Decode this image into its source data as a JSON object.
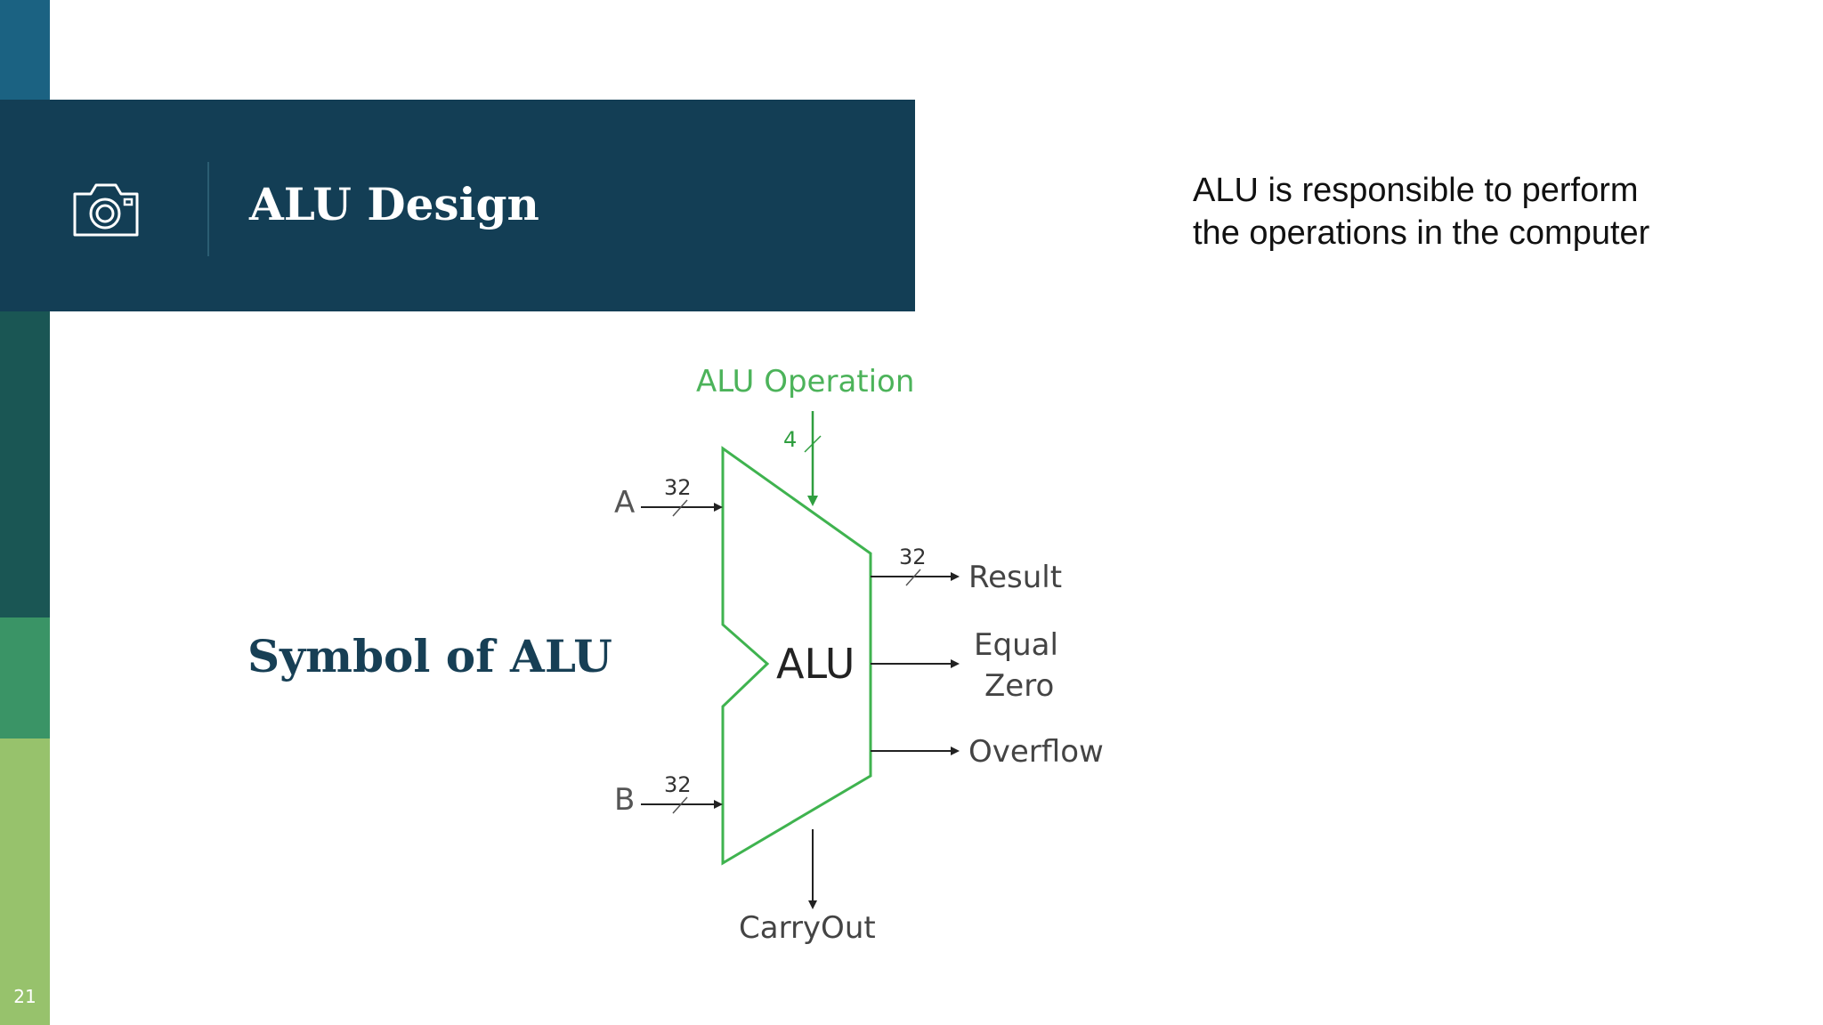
{
  "slide": {
    "title": "ALU Design",
    "subtitle": "Symbol of ALU",
    "description_lines": [
      "ALU is responsible to perform",
      "the operations in the computer"
    ],
    "slide_number": "21",
    "icons": {
      "title_icon": "camera-icon"
    },
    "colors": {
      "banner": "#133e55",
      "sidebar_1": "#1b6282",
      "sidebar_2": "#1a5654",
      "sidebar_3": "#3a9466",
      "sidebar_4": "#97c26c",
      "title_text": "#ffffff",
      "subtitle_text": "#173f55",
      "alu_outline": "#3fb34f",
      "diagram_text": "#333333"
    }
  },
  "diagram": {
    "operation_label": "ALU Operation",
    "operation_width": "4",
    "alu_label": "ALU",
    "input_a": {
      "label": "A",
      "width": "32"
    },
    "input_b": {
      "label": "B",
      "width": "32"
    },
    "outputs": {
      "result": {
        "label": "Result",
        "width": "32"
      },
      "equal_zero": {
        "line1": "Equal",
        "line2": "Zero"
      },
      "overflow": {
        "label": "Overflow"
      },
      "carry_out": {
        "label": "CarryOut"
      }
    }
  }
}
